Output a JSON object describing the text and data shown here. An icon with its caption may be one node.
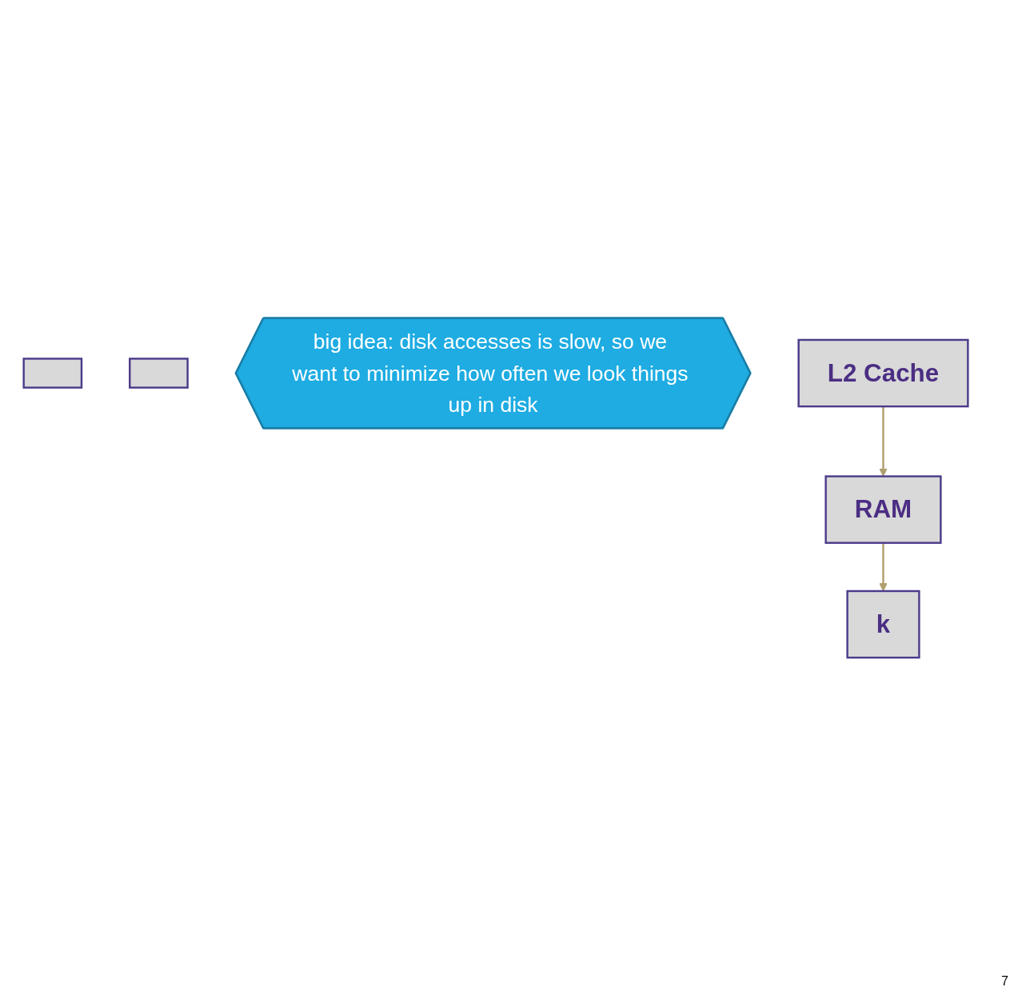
{
  "diagram": {
    "nodes": [
      {
        "text": [],
        "shape": "box"
      },
      {
        "text": [],
        "shape": "box"
      },
      {
        "text": [
          "big idea: disk accesses is slow, so we want to minimize how often we look things up in disk"
        ]
      },
      {
        "text": [
          "L2 Cache"
        ]
      },
      {
        "text": [
          "RAM"
        ]
      },
      {
        "text": [
          "k"
        ]
      }
    ],
    "edges": [
      {
        "from": 3,
        "to": 4,
        "arrow": "to"
      },
      {
        "from": 4,
        "to": 5,
        "arrow": "to"
      }
    ],
    "labels": [
      "7"
    ]
  }
}
